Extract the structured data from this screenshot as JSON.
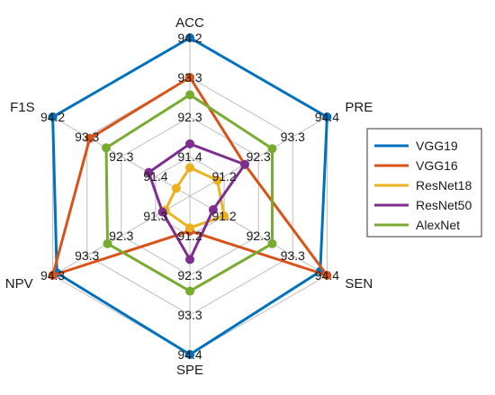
{
  "chart_data": {
    "type": "radar",
    "axes": [
      "ACC",
      "PRE",
      "SEN",
      "SPE",
      "NPV",
      "F1S"
    ],
    "tick_labels": [
      [
        "94.2",
        "93.3",
        "92.3",
        "91.4"
      ],
      [
        "94.4",
        "93.3",
        "92.3",
        "91.2"
      ],
      [
        "94.4",
        "93.3",
        "92.3",
        "91.2"
      ],
      [
        "94.4",
        "93.3",
        "92.3",
        "91.2"
      ],
      [
        "94.3",
        "93.3",
        "92.3",
        "91.3"
      ],
      [
        "94.2",
        "93.3",
        "92.3",
        "91.4"
      ]
    ],
    "rings": 4,
    "grid": true,
    "legend": "right",
    "series": [
      {
        "name": "VGG19",
        "color": "#0072BD",
        "values": [
          1.0,
          1.0,
          0.95,
          1.0,
          0.97,
          1.0
        ]
      },
      {
        "name": "VGG16",
        "color": "#D95319",
        "values": [
          0.75,
          0.4,
          1.0,
          0.22,
          1.0,
          0.73
        ]
      },
      {
        "name": "ResNet18",
        "color": "#EDB120",
        "values": [
          0.18,
          0.2,
          0.25,
          0.2,
          0.18,
          0.1
        ]
      },
      {
        "name": "ResNet50",
        "color": "#7E2F8E",
        "values": [
          0.33,
          0.4,
          0.17,
          0.4,
          0.2,
          0.3
        ]
      },
      {
        "name": "AlexNet",
        "color": "#77AC30",
        "values": [
          0.64,
          0.6,
          0.6,
          0.6,
          0.6,
          0.61
        ]
      }
    ]
  }
}
